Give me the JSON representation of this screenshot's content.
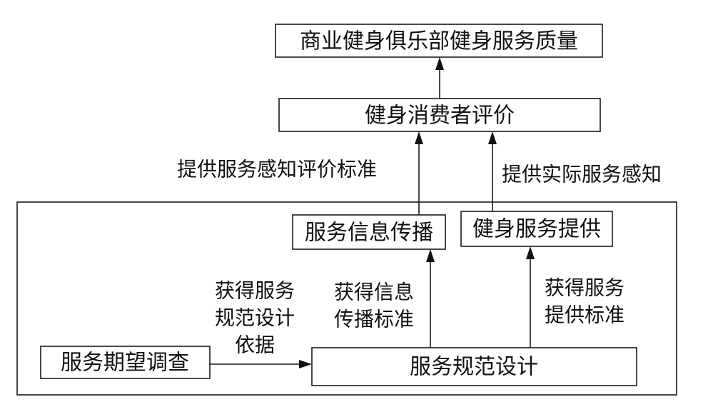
{
  "nodes": {
    "top": "商业健身俱乐部健身服务质量",
    "eval": "健身消费者评价",
    "info_spread": "服务信息传播",
    "provide": "健身服务提供",
    "survey": "服务期望调查",
    "design": "服务规范设计"
  },
  "edge_labels": {
    "standard_left": "提供服务感知评价标准",
    "actual_right": "提供实际服务感知",
    "basis_line1": "获得服务",
    "basis_line2": "规范设计",
    "basis_line3": "依据",
    "info_line1": "获得信息",
    "info_line2": "传播标准",
    "provide_line1": "获得服务",
    "provide_line2": "提供标准"
  }
}
